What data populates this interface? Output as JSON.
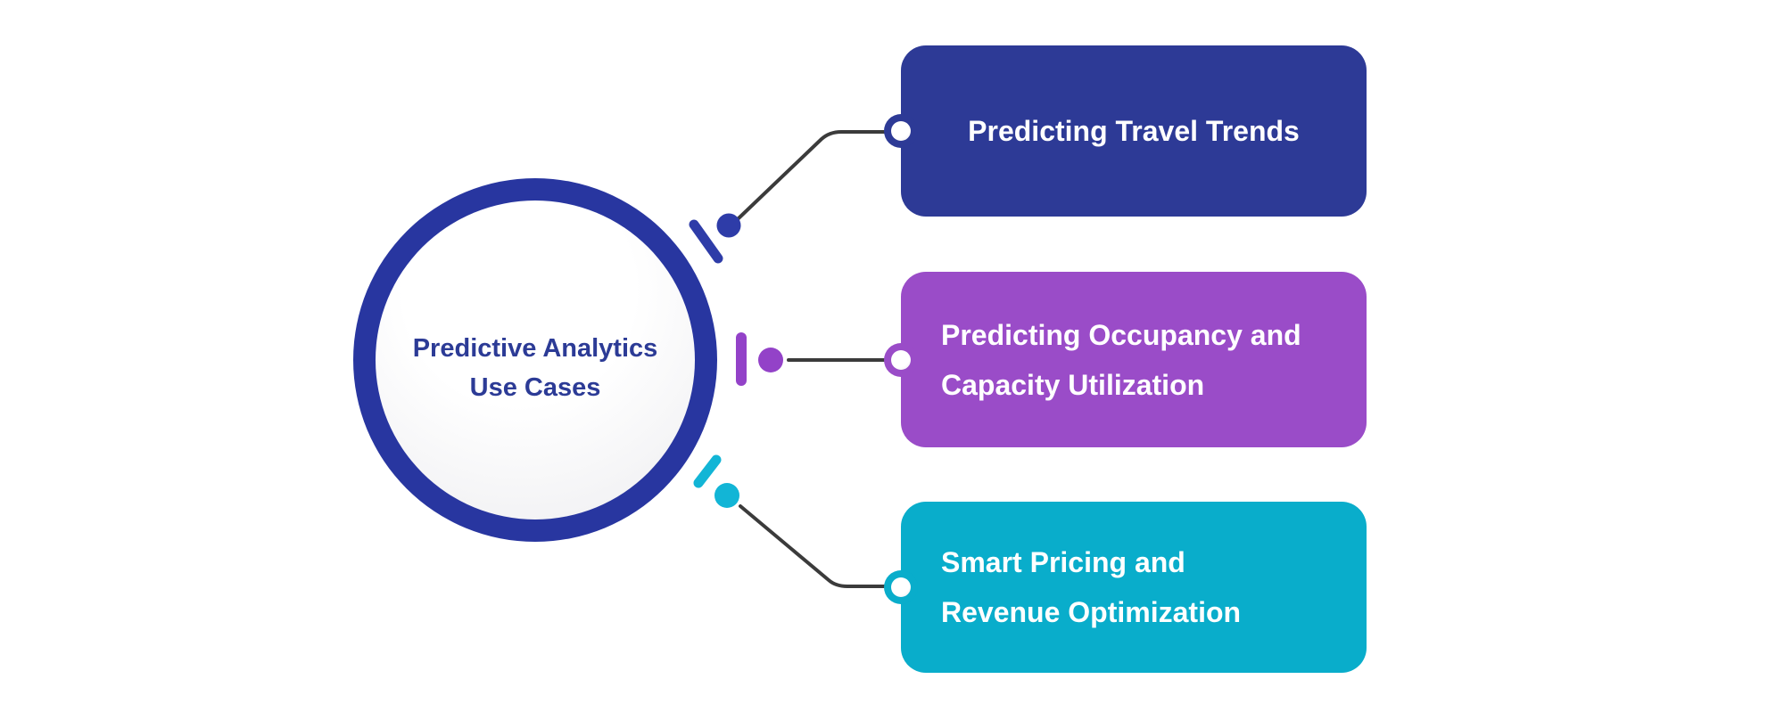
{
  "diagram": {
    "center": {
      "line1": "Predictive Analytics",
      "line2": "Use Cases"
    },
    "nodes": [
      {
        "id": "predicting-travel-trends",
        "lines": [
          "Predicting Travel Trends"
        ]
      },
      {
        "id": "occupancy-capacity-utilization",
        "lines": [
          "Predicting Occupancy and",
          "Capacity Utilization"
        ]
      },
      {
        "id": "smart-pricing-revenue",
        "lines": [
          "Smart Pricing and",
          "Revenue Optimization"
        ]
      }
    ]
  },
  "colors": {
    "background": "#ffffff",
    "ring": "#2836a0",
    "center_text": "#2c3b96",
    "node1": "#2d3a96",
    "node2": "#9a4cc8",
    "node3": "#09adcb",
    "node_text": "#ffffff",
    "tick_blue": "#2e3ca8",
    "tick_purple": "#9342c8",
    "tick_cyan": "#12b5d6",
    "connector": "#3b3b3b"
  }
}
